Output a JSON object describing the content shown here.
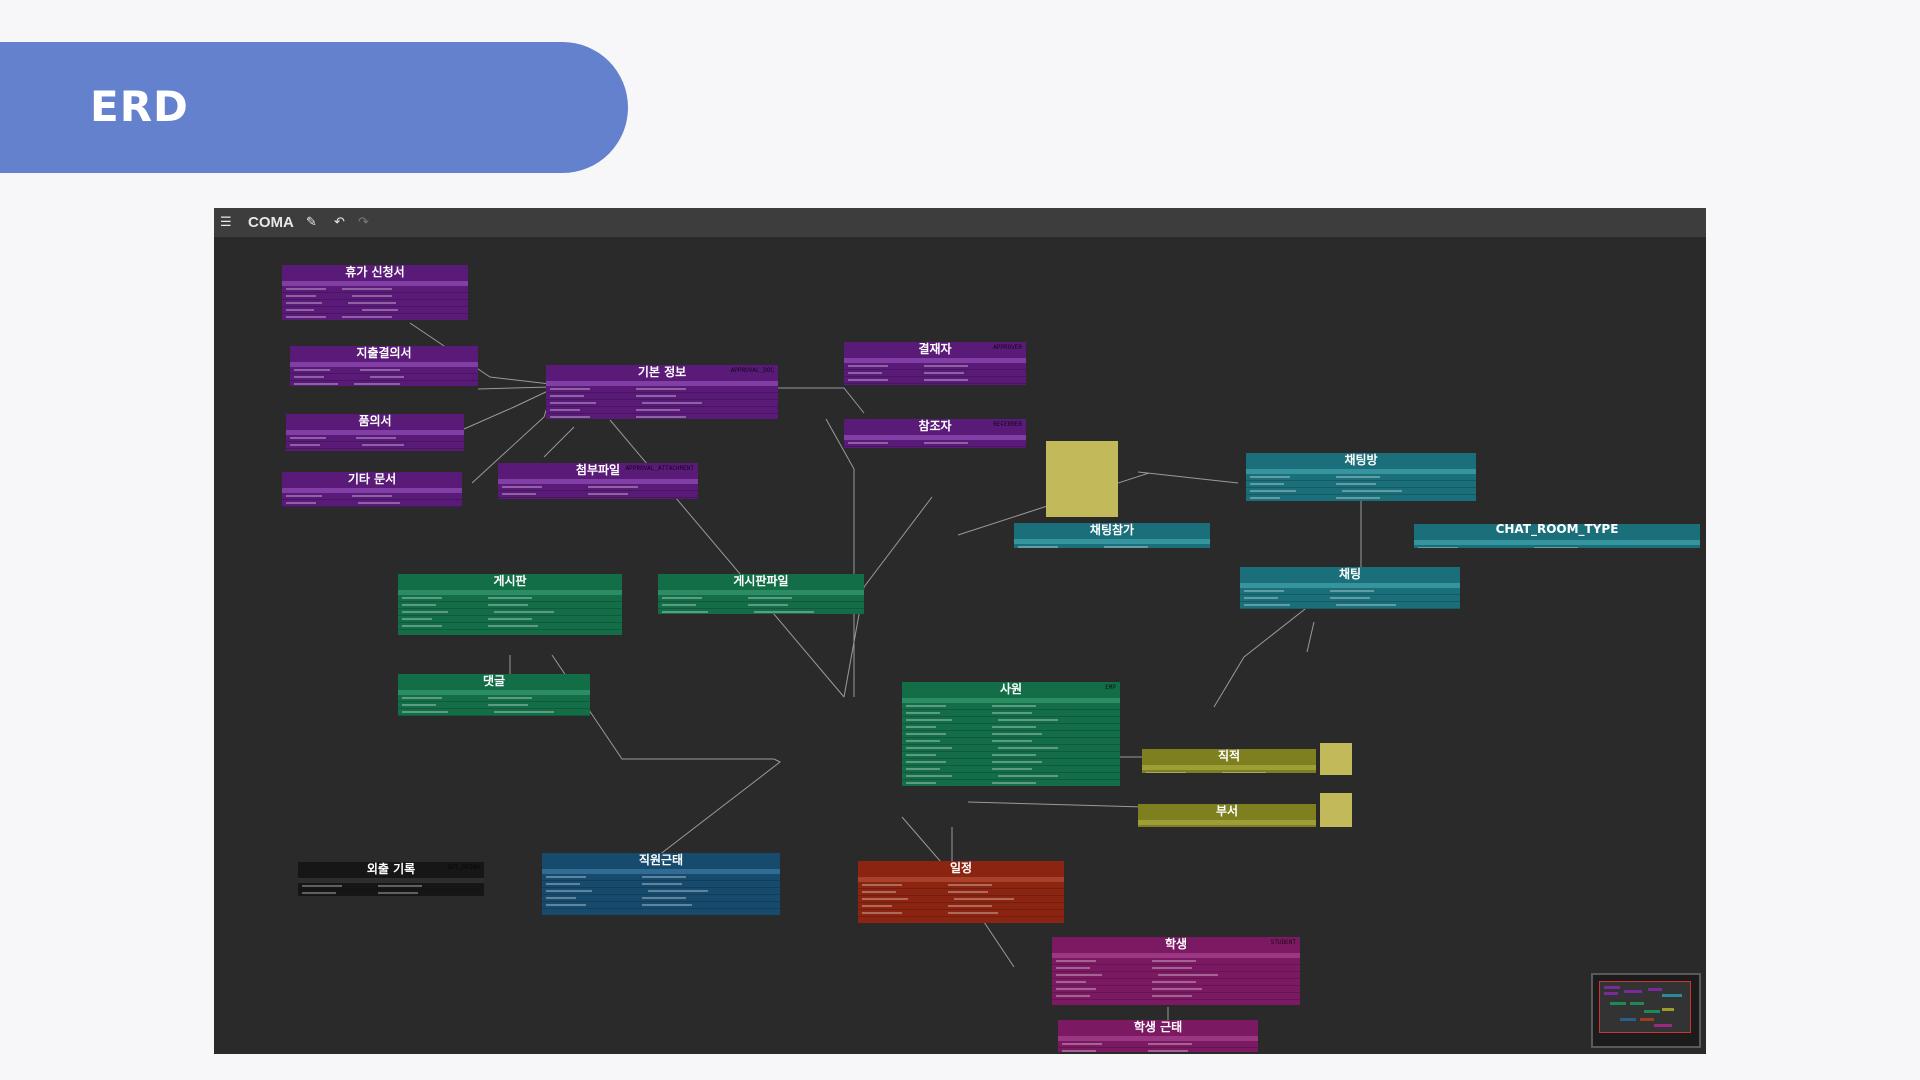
{
  "slide": {
    "title": "ERD"
  },
  "toolbar": {
    "diagram_name": "COMA",
    "logo_icon": "menu-icon",
    "edit_icon": "pencil-icon",
    "undo_icon": "undo-icon",
    "redo_icon": "redo-icon"
  },
  "colors": {
    "banner": "#6381cd",
    "purple": "#5a1a78",
    "green": "#136e47",
    "teal": "#1a6f7a",
    "olive": "#7e7f1f",
    "blue": "#164b6e",
    "rust": "#8b2410",
    "magenta": "#7b1a62",
    "black": "#161616"
  },
  "tables": {
    "leave": {
      "title": "휴가 신청서"
    },
    "expense": {
      "title": "지출결의서"
    },
    "proposal": {
      "title": "품의서"
    },
    "etc_doc": {
      "title": "기타 문서"
    },
    "basic": {
      "title": "기본 정보",
      "physical": "APPROVAL_DOC"
    },
    "attach": {
      "title": "첨부파일",
      "physical": "APPROVAL_ATTACHMENT"
    },
    "approver": {
      "title": "결재자",
      "physical": "APPROVER"
    },
    "referrer": {
      "title": "참조자",
      "physical": "REFERRER"
    },
    "chat_join": {
      "title": "채팅참가"
    },
    "chat_room": {
      "title": "채팅방"
    },
    "chat_room_type": {
      "title": "CHAT_ROOM_TYPE"
    },
    "chat": {
      "title": "채팅"
    },
    "board": {
      "title": "게시판"
    },
    "board_file": {
      "title": "게시판파일"
    },
    "comment": {
      "title": "댓글"
    },
    "employee": {
      "title": "사원",
      "physical": "EMP"
    },
    "position": {
      "title": "직적"
    },
    "dept": {
      "title": "부서"
    },
    "outing": {
      "title": "외출 기록",
      "physical": "OUT_GOING"
    },
    "emp_attend": {
      "title": "직원근태"
    },
    "schedule": {
      "title": "일정"
    },
    "student": {
      "title": "학생",
      "physical": "STUDENT"
    },
    "student_attend": {
      "title": "학생 근태"
    }
  }
}
